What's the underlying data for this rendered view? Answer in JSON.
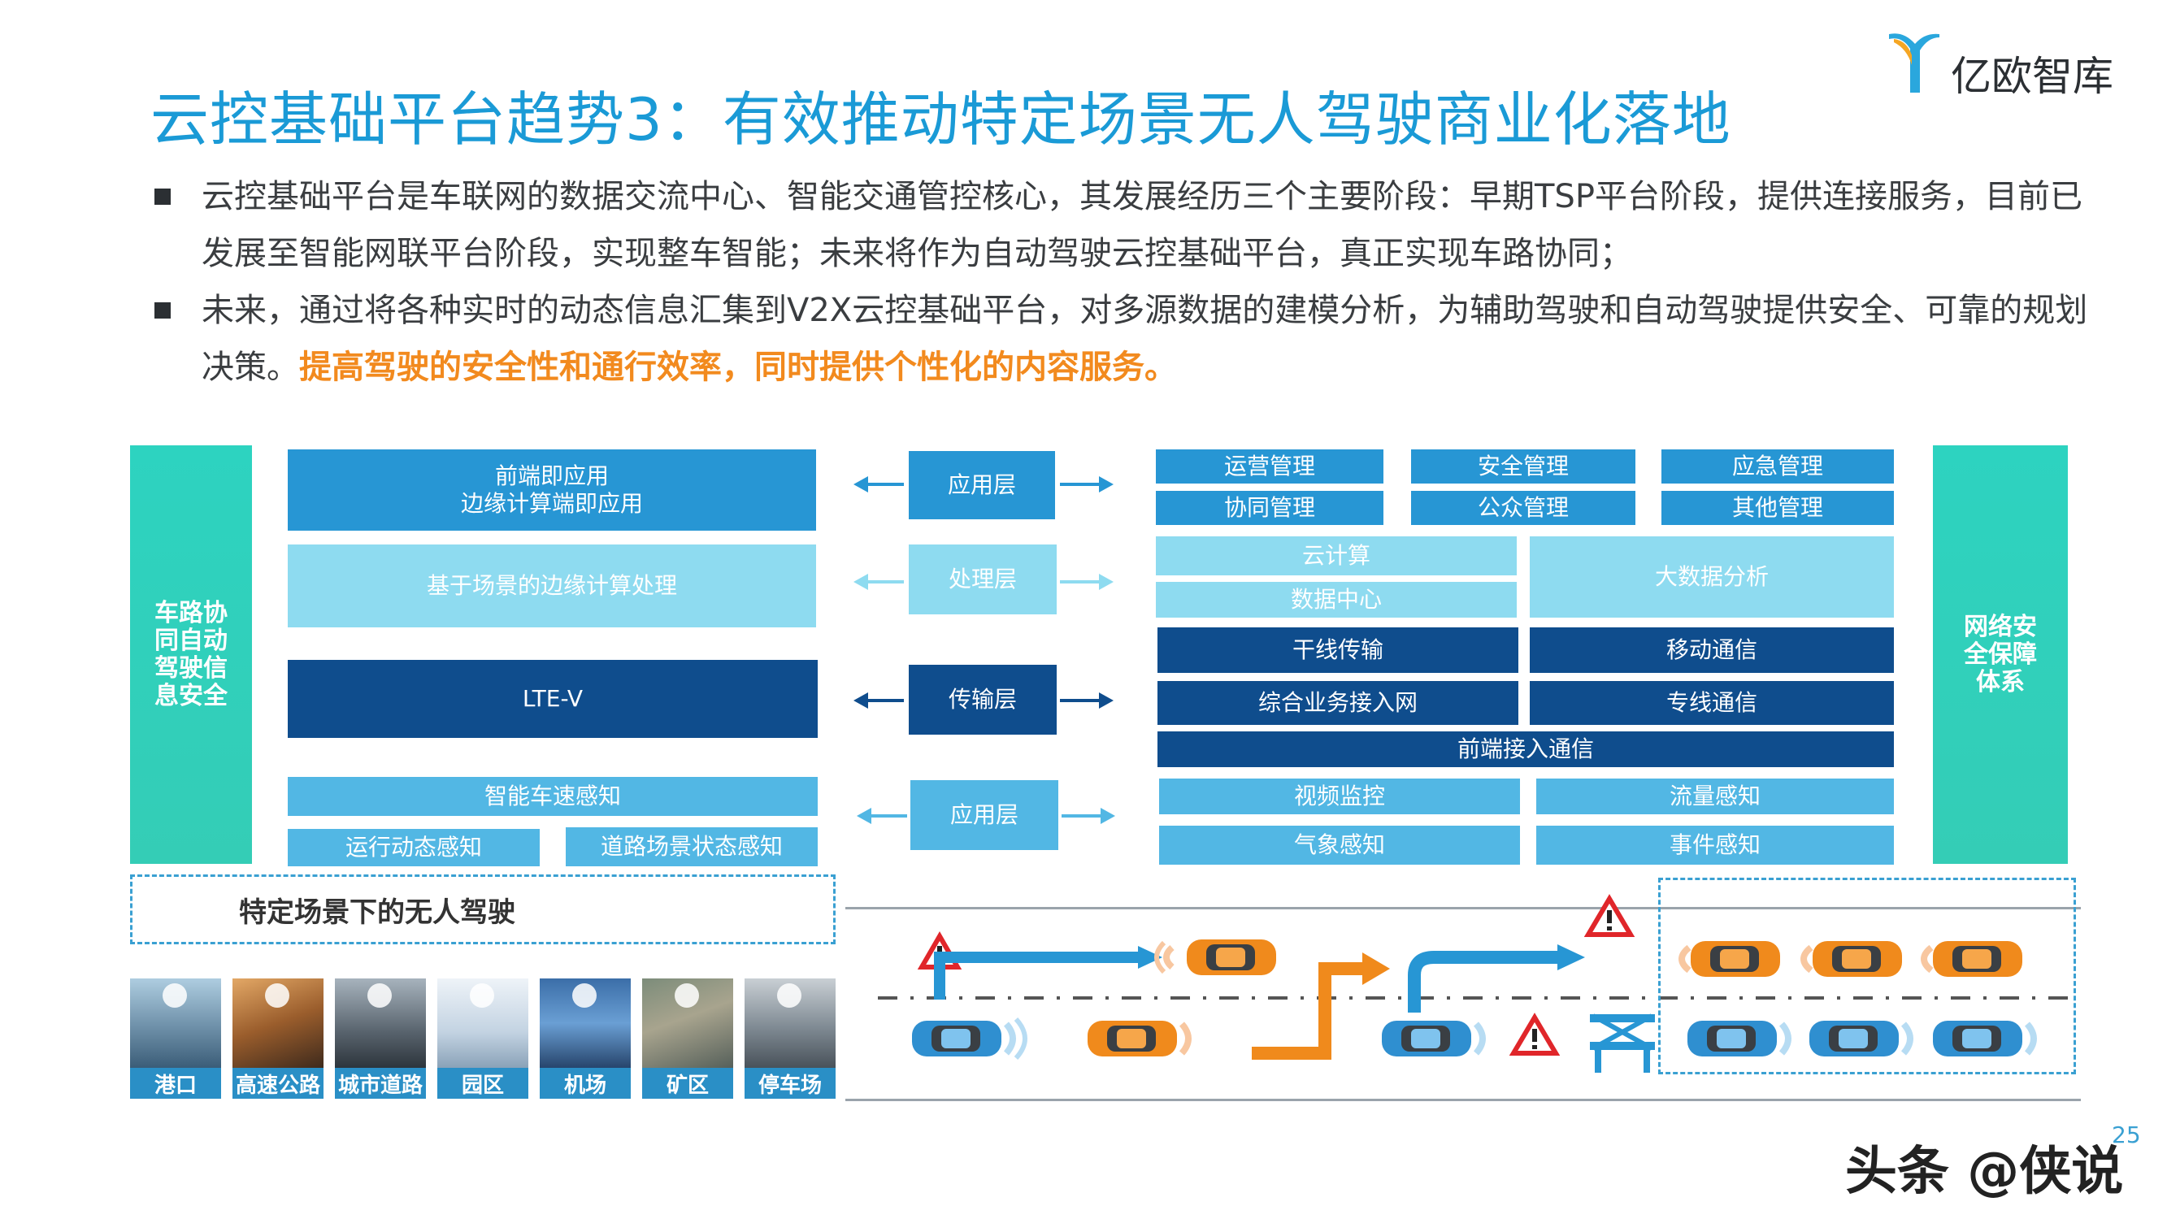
{
  "title": "云控基础平台趋势3：有效推动特定场景无人驾驶商业化落地",
  "logo": {
    "text": "亿欧智库"
  },
  "bullets": {
    "b1_line1": "云控基础平台是车联网的数据交流中心、智能交通管控核心，其发展经历三个主要阶段：早期TSP平台阶段，提供连接服务，目前已",
    "b1_line2": "发展至智能网联平台阶段，实现整车智能；未来将作为自动驾驶云控基础平台，真正实现车路协同；",
    "b2_line1": "未来，通过将各种实时的动态信息汇集到V2X云控基础平台，对多源数据的建模分析，为辅助驾驶和自动驾驶提供安全、可靠的规划",
    "b2_line2_plain": "决策。",
    "b2_line2_highlight": "提高驾驶的安全性和通行效率，同时提供个性化的内容服务。"
  },
  "left_side_label": "车路协同自动驾驶信息安全",
  "right_side_label": "网络安全保障体系",
  "left_boxes": {
    "app_line1": "前端即应用",
    "app_line2": "边缘计算端即应用",
    "process": "基于场景的边缘计算处理",
    "transport": "LTE-V",
    "perception_top": "智能车速感知",
    "perception_left": "运行动态感知",
    "perception_right": "道路场景状态感知"
  },
  "layers": {
    "application": "应用层",
    "processing": "处理层",
    "transport": "传输层",
    "application2": "应用层"
  },
  "right_boxes": {
    "ops": "运营管理",
    "security": "安全管理",
    "emergency": "应急管理",
    "coop": "协同管理",
    "public": "公众管理",
    "other": "其他管理",
    "cloud": "云计算",
    "datacenter": "数据中心",
    "bigdata": "大数据分析",
    "trunk": "干线传输",
    "mobile": "移动通信",
    "integrated": "综合业务接入网",
    "dedicated": "专线通信",
    "frontend": "前端接入通信",
    "video": "视频监控",
    "flow": "流量感知",
    "weather": "气象感知",
    "event": "事件感知"
  },
  "scene": {
    "title": "特定场景下的无人驾驶",
    "items": [
      "港口",
      "高速公路",
      "城市道路",
      "园区",
      "机场",
      "矿区",
      "停车场"
    ]
  },
  "page_number": "25",
  "watermark": "头条 @侠说",
  "colors": {
    "title_blue": "#1a9ad6",
    "highlight_orange": "#f28a1e",
    "dark_blue": "#0f4d8d",
    "mid_blue": "#2796d4",
    "light_blue": "#8edbf0",
    "teal": "#2dd3c0"
  }
}
